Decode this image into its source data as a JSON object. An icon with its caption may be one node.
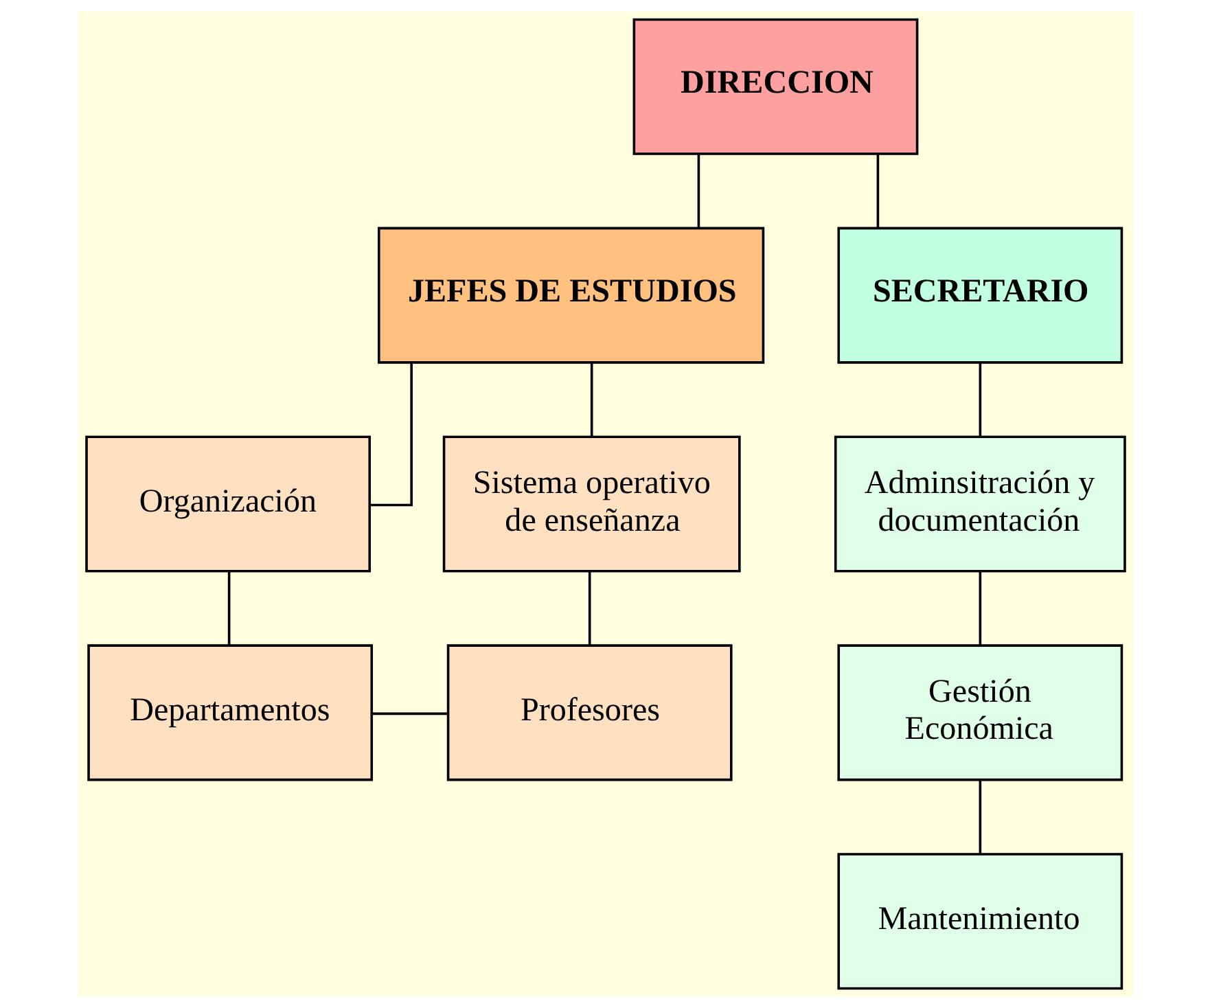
{
  "diagram": {
    "nodes": [
      {
        "text": [
          "DIRECCION"
        ]
      },
      {
        "text": [
          "JEFES DE ESTUDIOS"
        ]
      },
      {
        "text": [
          "SECRETARIO"
        ]
      },
      {
        "text": [
          "Organización"
        ]
      },
      {
        "text": [
          "Sistema operativo de enseñanza"
        ]
      },
      {
        "text": [
          "Departamentos"
        ]
      },
      {
        "text": [
          "Profesores"
        ]
      },
      {
        "text": [
          "Adminsitración y documentación"
        ]
      },
      {
        "text": [
          "Gestión Económica"
        ]
      },
      {
        "text": [
          "Mantenimiento"
        ]
      }
    ],
    "edges": [
      {
        "from": 0,
        "to": 1,
        "arrow": "none"
      },
      {
        "from": 0,
        "to": 2,
        "arrow": "none"
      },
      {
        "from": 1,
        "to": 3,
        "arrow": "none"
      },
      {
        "from": 1,
        "to": 4,
        "arrow": "none"
      },
      {
        "from": 3,
        "to": 5,
        "arrow": "none"
      },
      {
        "from": 4,
        "to": 6,
        "arrow": "none"
      },
      {
        "from": 5,
        "to": 6,
        "arrow": "none"
      },
      {
        "from": 2,
        "to": 7,
        "arrow": "none"
      },
      {
        "from": 7,
        "to": 8,
        "arrow": "none"
      },
      {
        "from": 8,
        "to": 9,
        "arrow": "none"
      }
    ]
  }
}
